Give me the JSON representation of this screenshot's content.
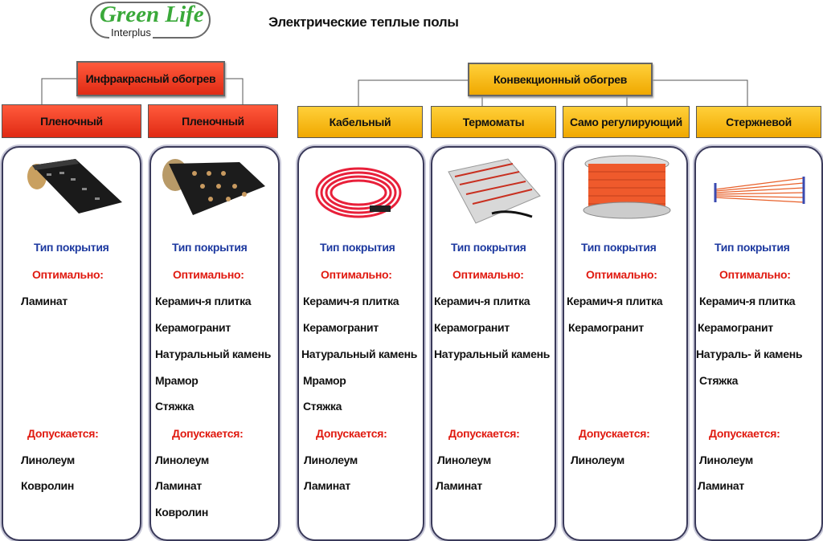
{
  "logo": {
    "brand": "Green Life",
    "sub": "Interplus"
  },
  "title": "Электрические теплые полы",
  "groups": {
    "infrared": "Инфракрасный обогрев",
    "convection": "Конвекционный обогрев"
  },
  "columns": [
    {
      "label": "Пленочный",
      "type_label": "Тип покрытия",
      "optimal_label": "Оптимально:",
      "optimal": [
        "Ламинат"
      ],
      "allowed_label": "Допускается:",
      "allowed": [
        "Линолеум",
        "Ковролин"
      ]
    },
    {
      "label": "Пленочный",
      "type_label": "Тип покрытия",
      "optimal_label": "Оптимально:",
      "optimal": [
        "Керамич-я плитка",
        "Керамогранит",
        "Натуральный камень",
        "Мрамор",
        "Стяжка"
      ],
      "allowed_label": "Допускается:",
      "allowed": [
        "Линолеум",
        "Ламинат",
        "Ковролин"
      ]
    },
    {
      "label": "Кабельный",
      "type_label": "Тип покрытия",
      "optimal_label": "Оптимально:",
      "optimal": [
        "Керамич-я  плитка",
        "Керамогранит",
        "Натуральный камень",
        "Мрамор",
        "Стяжка"
      ],
      "allowed_label": "Допускается:",
      "allowed": [
        "Линолеум",
        "Ламинат"
      ]
    },
    {
      "label": "Термоматы",
      "type_label": "Тип покрытия",
      "optimal_label": "Оптимально:",
      "optimal": [
        "Керамич-я  плитка",
        "Керамогранит",
        "Натуральный камень"
      ],
      "allowed_label": "Допускается:",
      "allowed": [
        "Линолеум",
        "Ламинат"
      ]
    },
    {
      "label": "Само регулирующий",
      "type_label": "Тип покрытия",
      "optimal_label": "Оптимально:",
      "optimal": [
        "Керамич-я  плитка",
        "Керамогранит"
      ],
      "allowed_label": "Допускается:",
      "allowed": [
        "Линолеум"
      ]
    },
    {
      "label": "Стержневой",
      "type_label": "Тип покрытия",
      "optimal_label": "Оптимально:",
      "optimal": [
        "Керамич-я  плитка",
        "Керамогранит",
        "Натураль- й камень",
        "Стяжка"
      ],
      "allowed_label": "Допускается:",
      "allowed": [
        "Линолеум",
        "Ламинат"
      ]
    }
  ]
}
